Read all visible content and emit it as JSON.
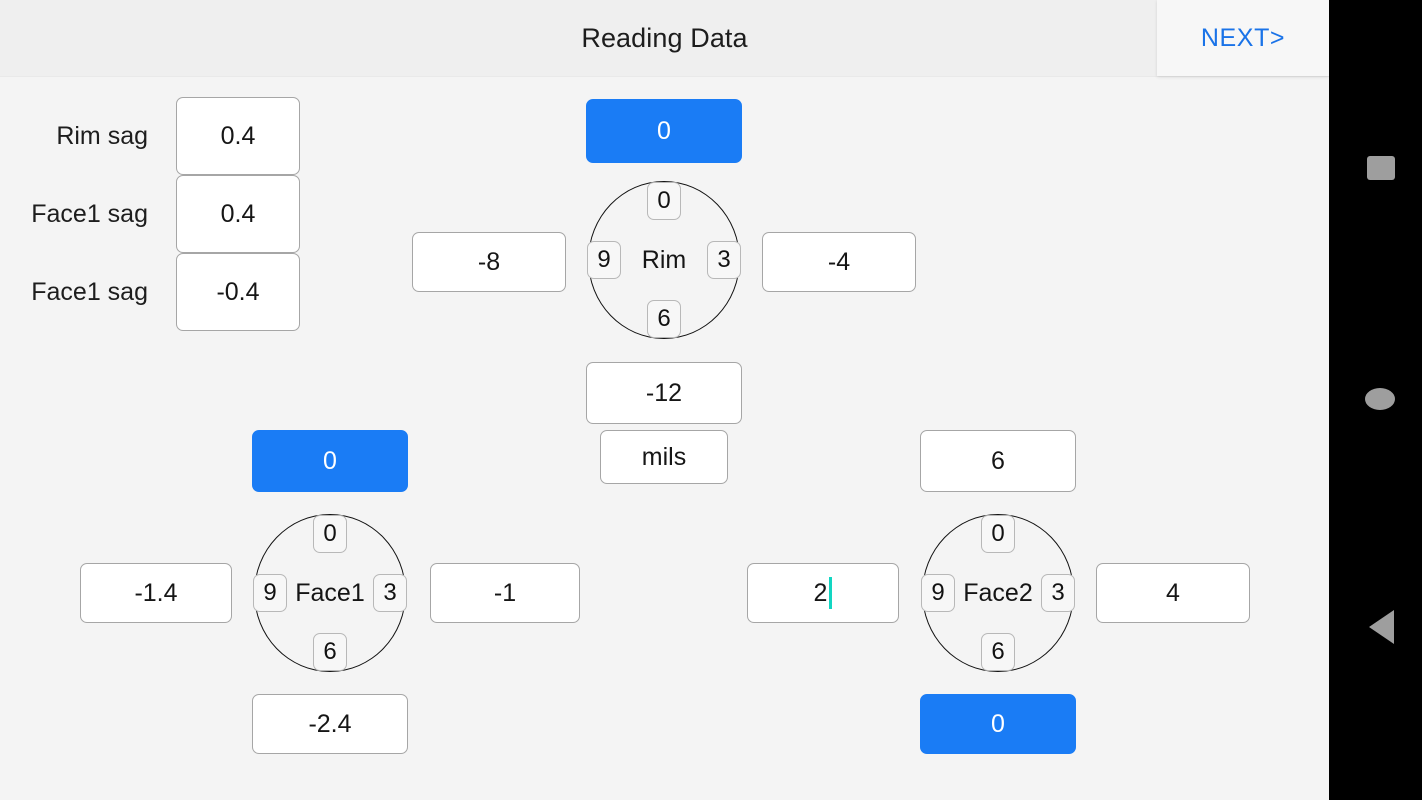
{
  "header": {
    "title": "Reading Data",
    "next_label": "NEXT>",
    "accent_color": "#1a73e8"
  },
  "sag_rows": [
    {
      "label": "Rim sag",
      "value": "0.4"
    },
    {
      "label": "Face1 sag",
      "value": "0.4"
    },
    {
      "label": "Face1 sag",
      "value": "-0.4"
    }
  ],
  "unit": "mils",
  "colors": {
    "selected_blue": "#1a7cf5",
    "caret_teal": "#12d6c2",
    "page_background": "#f4f4f4",
    "header_background": "#efefef",
    "navbar_background": "#000000",
    "navbar_icon": "#9e9e9e"
  },
  "dial_ticks": {
    "top": "0",
    "right": "3",
    "bottom": "6",
    "left": "9"
  },
  "gauges": [
    {
      "name": "Rim",
      "top": {
        "value": "0",
        "selected": true,
        "focused": false
      },
      "left": {
        "value": "-8",
        "selected": false,
        "focused": false
      },
      "right": {
        "value": "-4",
        "selected": false,
        "focused": false
      },
      "bottom": {
        "value": "-12",
        "selected": false,
        "focused": false
      }
    },
    {
      "name": "Face1",
      "top": {
        "value": "0",
        "selected": true,
        "focused": false
      },
      "left": {
        "value": "-1.4",
        "selected": false,
        "focused": false
      },
      "right": {
        "value": "-1",
        "selected": false,
        "focused": false
      },
      "bottom": {
        "value": "-2.4",
        "selected": false,
        "focused": false
      }
    },
    {
      "name": "Face2",
      "top": {
        "value": "6",
        "selected": false,
        "focused": false
      },
      "left": {
        "value": "2",
        "selected": false,
        "focused": true
      },
      "right": {
        "value": "4",
        "selected": false,
        "focused": false
      },
      "bottom": {
        "value": "0",
        "selected": true,
        "focused": false
      }
    }
  ],
  "navbar": {
    "recents_label": "recents",
    "home_label": "home",
    "back_label": "back"
  }
}
